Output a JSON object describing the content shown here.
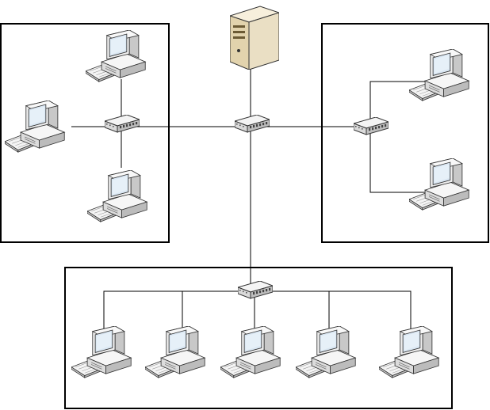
{
  "diagram": {
    "type": "network-topology",
    "colors": {
      "background": "#ffffff",
      "line": "#000000",
      "box_border": "#000000",
      "device_body": "#f2f2f2",
      "device_outline": "#333333",
      "screen": "#dbe7f1",
      "server_body": "#e8dcc0"
    },
    "nodes": [
      {
        "id": "server",
        "kind": "server-icon"
      },
      {
        "id": "switch-core",
        "kind": "switch-icon"
      },
      {
        "id": "switch-left",
        "kind": "switch-icon"
      },
      {
        "id": "switch-right",
        "kind": "switch-icon"
      },
      {
        "id": "switch-bottom",
        "kind": "switch-icon"
      },
      {
        "id": "pc-left-top",
        "kind": "computer-icon"
      },
      {
        "id": "pc-left-mid",
        "kind": "computer-icon"
      },
      {
        "id": "pc-left-bottom",
        "kind": "computer-icon"
      },
      {
        "id": "pc-right-top",
        "kind": "computer-icon"
      },
      {
        "id": "pc-right-bottom",
        "kind": "computer-icon"
      },
      {
        "id": "pc-bottom-1",
        "kind": "computer-icon"
      },
      {
        "id": "pc-bottom-2",
        "kind": "computer-icon"
      },
      {
        "id": "pc-bottom-3",
        "kind": "computer-icon"
      },
      {
        "id": "pc-bottom-4",
        "kind": "computer-icon"
      },
      {
        "id": "pc-bottom-5",
        "kind": "computer-icon"
      }
    ],
    "links": [
      [
        "server",
        "switch-core"
      ],
      [
        "switch-core",
        "switch-left"
      ],
      [
        "switch-core",
        "switch-right"
      ],
      [
        "switch-core",
        "switch-bottom"
      ],
      [
        "switch-left",
        "pc-left-top"
      ],
      [
        "switch-left",
        "pc-left-mid"
      ],
      [
        "switch-left",
        "pc-left-bottom"
      ],
      [
        "switch-right",
        "pc-right-top"
      ],
      [
        "switch-right",
        "pc-right-bottom"
      ],
      [
        "switch-bottom",
        "pc-bottom-1"
      ],
      [
        "switch-bottom",
        "pc-bottom-2"
      ],
      [
        "switch-bottom",
        "pc-bottom-3"
      ],
      [
        "switch-bottom",
        "pc-bottom-4"
      ],
      [
        "switch-bottom",
        "pc-bottom-5"
      ]
    ],
    "groups": [
      {
        "id": "left-group",
        "members": [
          "switch-left",
          "pc-left-top",
          "pc-left-mid",
          "pc-left-bottom"
        ]
      },
      {
        "id": "right-group",
        "members": [
          "switch-right",
          "pc-right-top",
          "pc-right-bottom"
        ]
      },
      {
        "id": "bottom-group",
        "members": [
          "switch-bottom",
          "pc-bottom-1",
          "pc-bottom-2",
          "pc-bottom-3",
          "pc-bottom-4",
          "pc-bottom-5"
        ]
      }
    ]
  }
}
